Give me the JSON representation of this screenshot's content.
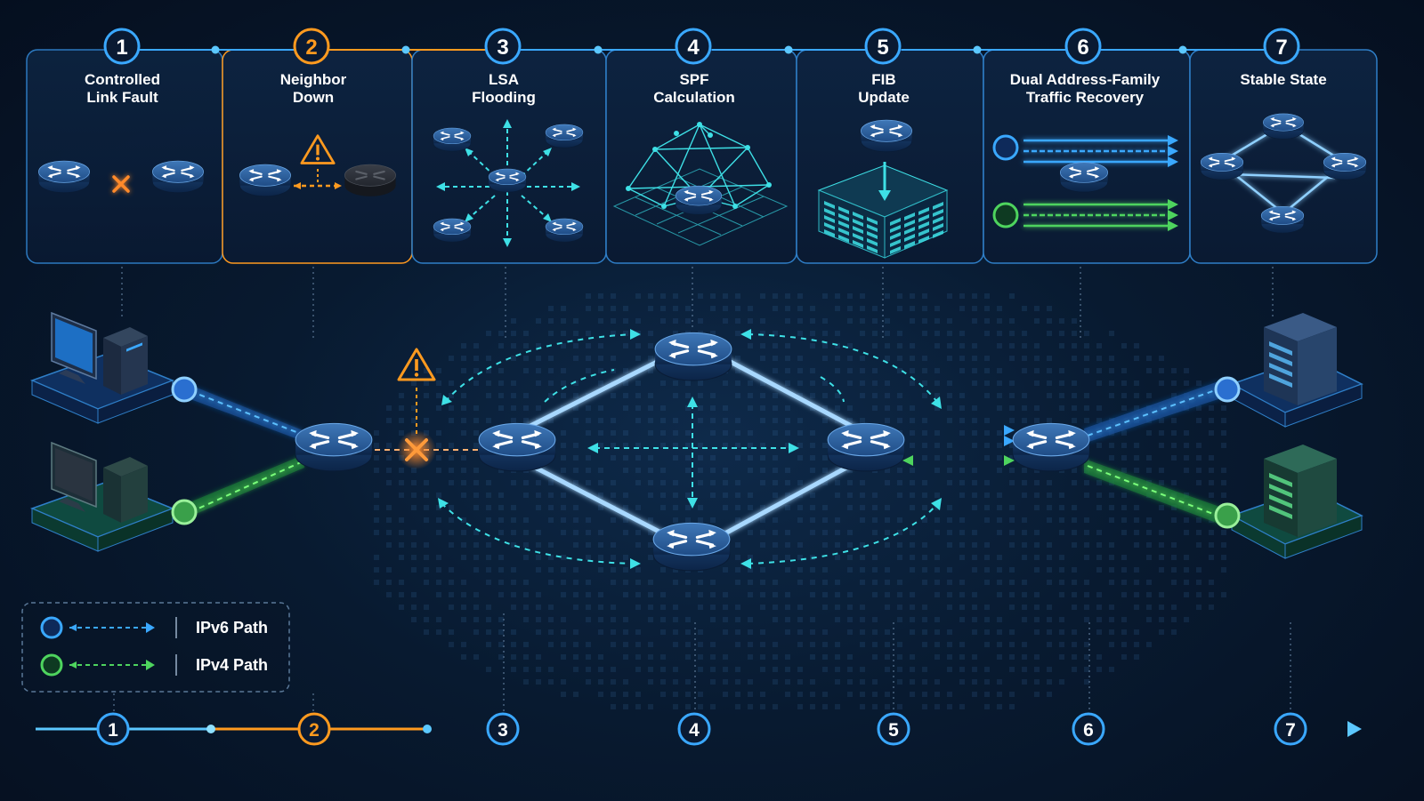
{
  "steps": [
    {
      "number": "1",
      "title_line1": "Controlled",
      "title_line2": "Link Fault"
    },
    {
      "number": "2",
      "title_line1": "Neighbor",
      "title_line2": "Down"
    },
    {
      "number": "3",
      "title_line1": "LSA",
      "title_line2": "Flooding"
    },
    {
      "number": "4",
      "title_line1": "SPF",
      "title_line2": "Calculation"
    },
    {
      "number": "5",
      "title_line1": "FIB",
      "title_line2": "Update"
    },
    {
      "number": "6",
      "title_line1": "Dual Address-Family",
      "title_line2": "Traffic Recovery"
    },
    {
      "number": "7",
      "title_line1": "Stable State",
      "title_line2": ""
    }
  ],
  "timeline": {
    "numbers": [
      "1",
      "2",
      "3",
      "4",
      "5",
      "6",
      "7"
    ],
    "active_step": "2"
  },
  "legend": {
    "ipv6_label": "IPv6 Path",
    "ipv4_label": "IPv4 Path"
  },
  "colors": {
    "ipv6": "#3aa8ff",
    "ipv4": "#4ed45e",
    "active": "#ff9a1f",
    "fault": "#ff5a1f",
    "cyan": "#3ee0e6"
  },
  "icons": {
    "router": "router-icon",
    "warning": "warning-icon",
    "fault": "fault-x-icon",
    "workstation": "workstation-icon",
    "server": "server-icon",
    "fib": "fib-table-icon"
  }
}
